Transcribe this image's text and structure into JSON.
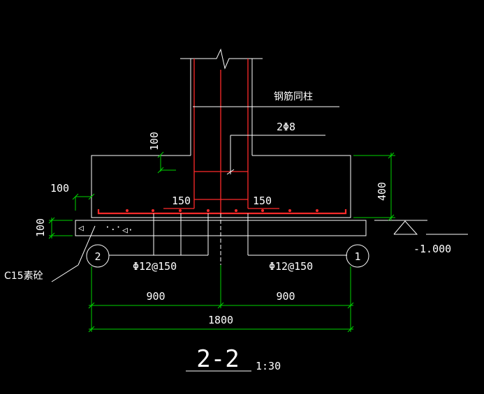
{
  "annotations": {
    "rebar_same_as_column": "钢筋同柱",
    "stirrup": "2Φ8",
    "dim_100_top": "100",
    "dim_100_left": "100",
    "dim_100_cushion": "100",
    "dim_150_left": "150",
    "dim_150_right": "150",
    "dim_400": "400",
    "elevation": "-1.000",
    "bottom_rebar_left": "Φ12@150",
    "bottom_rebar_right": "Φ12@150",
    "cushion_label": "C15素砼",
    "dim_900_left": "900",
    "dim_900_right": "900",
    "dim_1800": "1800"
  },
  "axes": {
    "left": "2",
    "right": "1"
  },
  "title": {
    "section": "2-2",
    "scale": "1:30"
  },
  "colors": {
    "background": "#000000",
    "lines": "#ffffff",
    "dimensions": "#00d400",
    "rebar": "#ff2a2a"
  }
}
